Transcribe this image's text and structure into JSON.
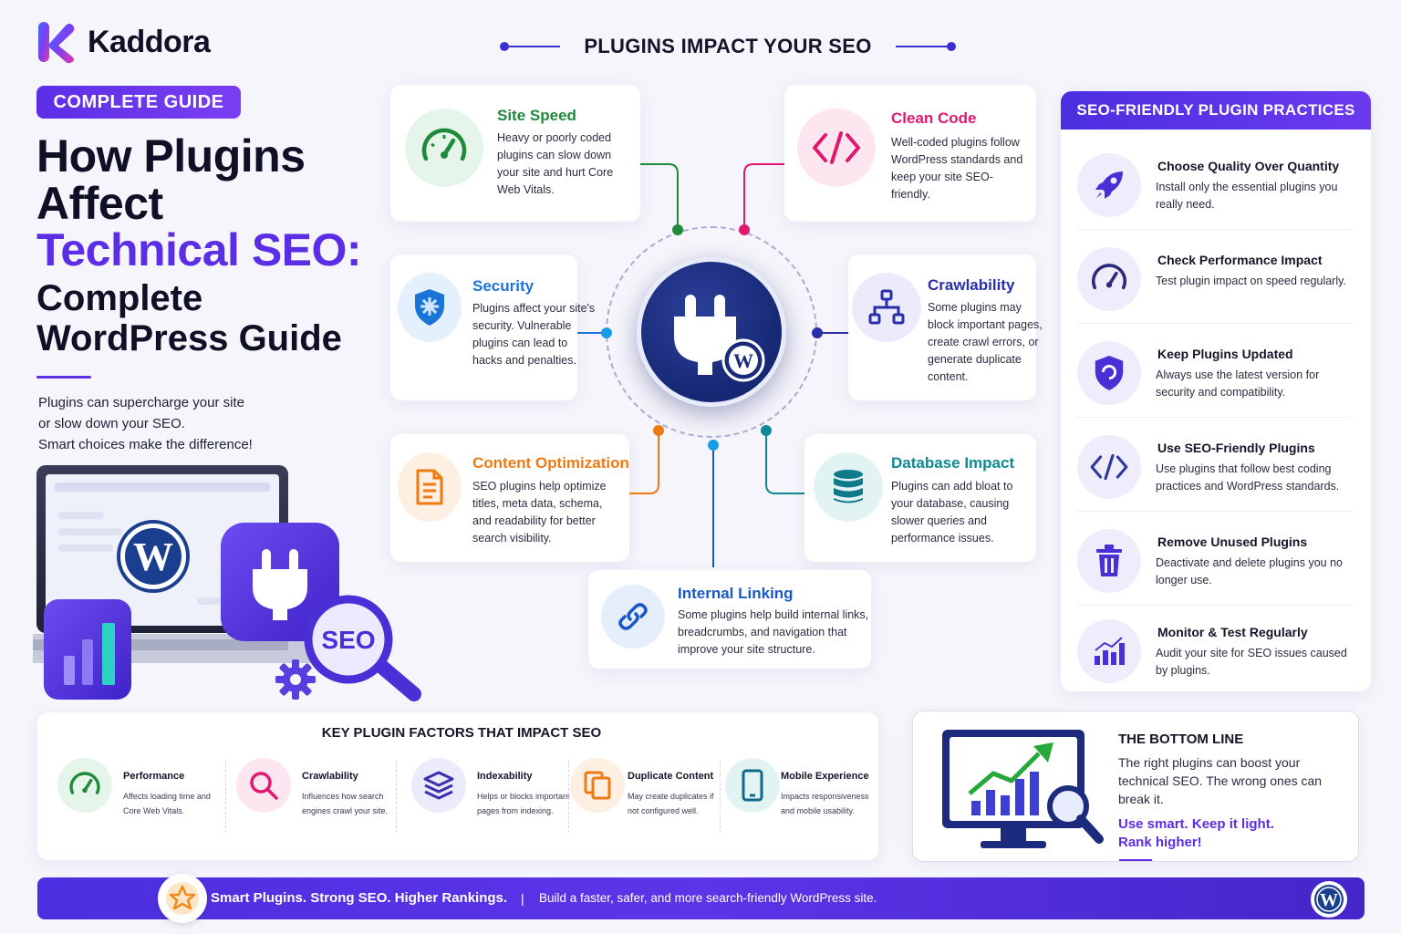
{
  "brand": {
    "name": "Kaddora"
  },
  "hero": {
    "pill": "COMPLETE GUIDE",
    "title_line1": "How Plugins",
    "title_line2": "Affect",
    "title_line3": "Technical SEO:",
    "title_line4": "Complete",
    "title_line5": "WordPress Guide",
    "desc_line1": "Plugins can supercharge your site",
    "desc_line2": "or slow down your SEO.",
    "desc_line3": "Smart choices make the difference!",
    "illustration_seo": "SEO"
  },
  "center": {
    "heading": "PLUGINS IMPACT YOUR SEO",
    "cards": {
      "site_speed": {
        "title": "Site Speed",
        "desc": "Heavy or poorly coded plugins can slow down your site and hurt Core Web Vitals.",
        "color": "#1e8a3a",
        "icon": "speedometer-icon"
      },
      "clean_code": {
        "title": "Clean Code",
        "desc": "Well-coded plugins follow WordPress standards and keep your site SEO-friendly.",
        "color": "#e0186e",
        "icon": "code-icon"
      },
      "security": {
        "title": "Security",
        "desc": "Plugins affect your site's security. Vulnerable plugins can lead to hacks and penalties.",
        "color": "#1a73d9",
        "icon": "shield-icon"
      },
      "crawlability": {
        "title": "Crawlability",
        "desc": "Some plugins may block important pages, create crawl errors, or generate duplicate content.",
        "color": "#2a2fa8",
        "icon": "sitemap-icon"
      },
      "content_optimization": {
        "title": "Content Optimization",
        "desc": "SEO plugins help optimize titles, meta data, schema, and readability for better search visibility.",
        "color": "#ef7a12",
        "icon": "document-icon"
      },
      "database_impact": {
        "title": "Database Impact",
        "desc": "Plugins can add bloat to your database, causing slower queries and performance issues.",
        "color": "#0e8a92",
        "icon": "database-icon"
      },
      "internal_linking": {
        "title": "Internal Linking",
        "desc": "Some plugins help build internal links, breadcrumbs, and navigation that improve your site structure.",
        "color": "#1a58c9",
        "icon": "link-icon"
      }
    }
  },
  "practices": {
    "heading": "SEO-FRIENDLY PLUGIN PRACTICES",
    "items": [
      {
        "title": "Choose Quality Over Quantity",
        "desc": "Install only the essential plugins you really need.",
        "icon": "rocket-icon"
      },
      {
        "title": "Check Performance Impact",
        "desc": "Test plugin impact on speed regularly.",
        "icon": "speedometer-icon"
      },
      {
        "title": "Keep Plugins Updated",
        "desc": "Always use the latest version for security and compatibility.",
        "icon": "shield-refresh-icon"
      },
      {
        "title": "Use SEO-Friendly Plugins",
        "desc": "Use plugins that follow best coding practices and WordPress standards.",
        "icon": "code-icon"
      },
      {
        "title": "Remove Unused Plugins",
        "desc": "Deactivate and delete plugins you no longer use.",
        "icon": "trash-icon"
      },
      {
        "title": "Monitor & Test Regularly",
        "desc": "Audit your site for SEO issues caused by plugins.",
        "icon": "bar-chart-icon"
      }
    ]
  },
  "factors": {
    "heading": "KEY PLUGIN FACTORS THAT IMPACT SEO",
    "items": [
      {
        "title": "Performance",
        "desc": "Affects loading time and Core Web Vitals.",
        "icon": "speedometer-icon"
      },
      {
        "title": "Crawlability",
        "desc": "Influences how search engines crawl your site.",
        "icon": "magnifier-icon"
      },
      {
        "title": "Indexability",
        "desc": "Helps or blocks important pages from indexing.",
        "icon": "layers-icon"
      },
      {
        "title": "Duplicate Content",
        "desc": "May create duplicates if not configured well.",
        "icon": "copy-icon"
      },
      {
        "title": "Mobile Experience",
        "desc": "Impacts responsiveness and mobile usability.",
        "icon": "mobile-icon"
      }
    ]
  },
  "bottom_line": {
    "title": "THE BOTTOM LINE",
    "desc": "The right plugins can boost your technical SEO. The wrong ones can break it.",
    "cta_line1": "Use smart. Keep it light.",
    "cta_line2": "Rank higher!"
  },
  "footer": {
    "tagline": "Smart Plugins. Strong SEO. Higher Rankings.",
    "separator": "|",
    "subtext": "Build a faster, safer, and more search-friendly WordPress site."
  },
  "colors": {
    "accent": "#5b2ee6",
    "navy": "#162873"
  }
}
